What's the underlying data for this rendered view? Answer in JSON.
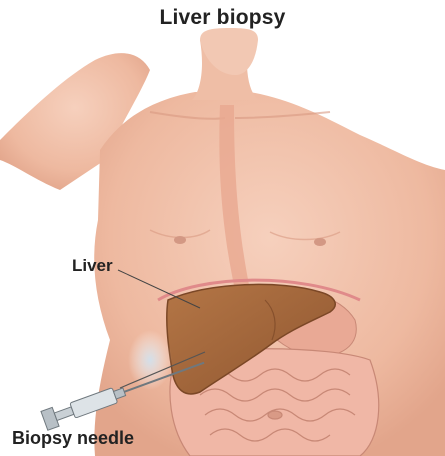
{
  "title": "Liver biopsy",
  "labels": {
    "liver": "Liver",
    "needle": "Biopsy needle"
  },
  "colors": {
    "skin": "#f2c3ac",
    "skin_shadow": "#dd9e86",
    "liver": "#a76a3c",
    "liver_dark": "#8a532b",
    "intestine": "#f0b7a6",
    "intestine_line": "#c88876",
    "needle": "#b8c0c6"
  }
}
